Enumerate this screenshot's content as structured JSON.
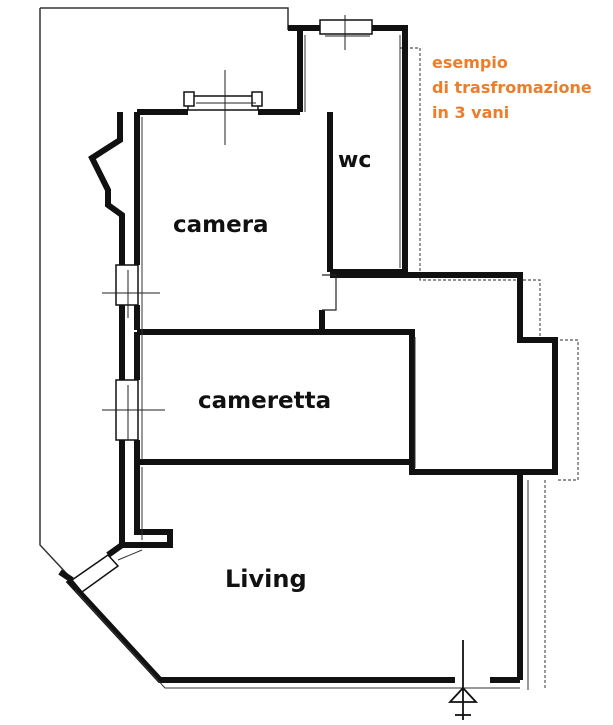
{
  "rooms": {
    "camera": "camera",
    "wc": "wc",
    "cameretta": "cameretta",
    "living": "Living"
  },
  "note": {
    "line1": "esempio",
    "line2": "di trasfromazione",
    "line3": "in 3 vani"
  },
  "colors": {
    "wall": "#111111",
    "note": "#ee7d2b",
    "background": "#ffffff"
  }
}
